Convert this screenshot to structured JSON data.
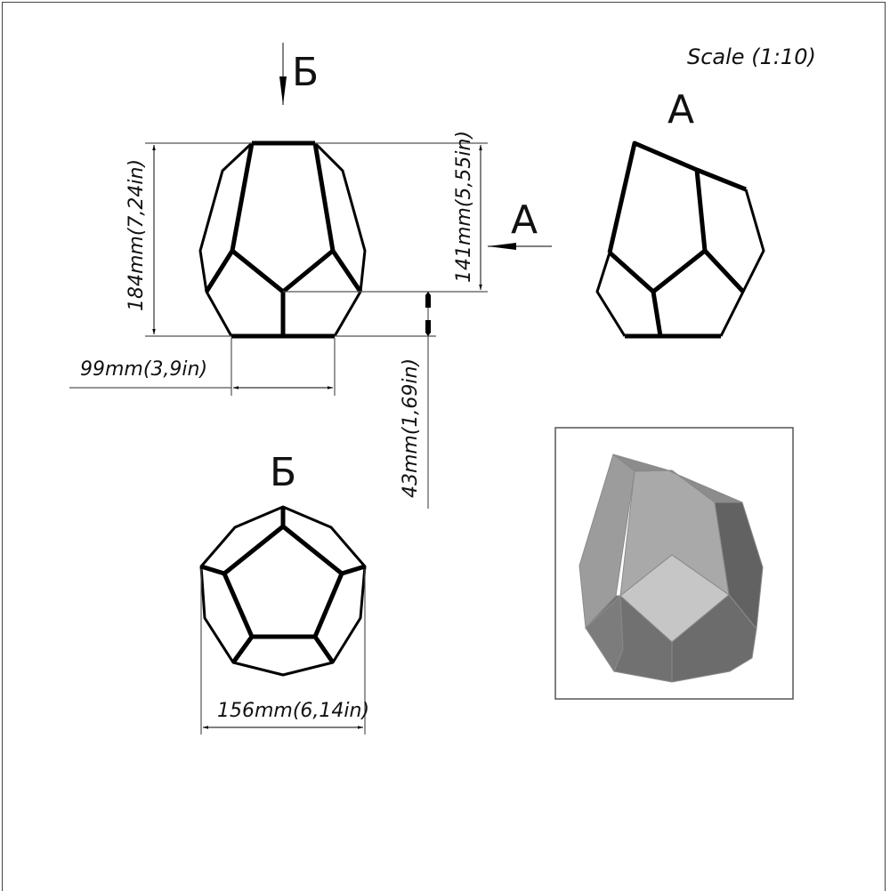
{
  "sheet": {
    "scale_label": "Scale (1:10)"
  },
  "views": {
    "front": {
      "direction_arrow_label": "Б",
      "view_a_arrow_label": "А"
    },
    "side_a": {
      "title": "А"
    },
    "top_b": {
      "title": "Б"
    },
    "render": {
      "description": "3D shaded render of faceted dodecahedron-like stone"
    }
  },
  "dimensions": {
    "total_height": "184mm(7,24in)",
    "upper_height": "141mm(5,55in)",
    "lower_height": "43mm(1,69in)",
    "base_width": "99mm(3,9in)",
    "top_view_width": "156mm(6,14in)"
  },
  "colors": {
    "line": "#000000",
    "dim_line": "#555555",
    "render_light": "#c8c8c8",
    "render_mid": "#a0a0a0",
    "render_dark": "#6a6a6a"
  }
}
